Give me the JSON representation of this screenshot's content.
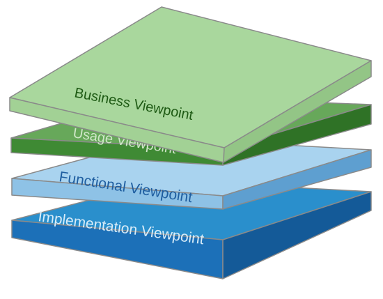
{
  "layers": [
    {
      "id": "implementation",
      "label": "Implementation Viewpoint",
      "colors": {
        "top": "#2a8fcc",
        "front": "#1c70b8",
        "right": "#145a98",
        "stroke": "#8a8a8a",
        "text": "#d8ecf8"
      }
    },
    {
      "id": "functional",
      "label": "Functional Viewpoint",
      "colors": {
        "top": "#a9d3ef",
        "front": "#8ec2e6",
        "right": "#5e9fd0",
        "stroke": "#8a8a8a",
        "text": "#1f5ea0"
      }
    },
    {
      "id": "usage",
      "label": "Usage Viewpoint",
      "colors": {
        "top": "#67a85a",
        "front": "#3f8a34",
        "right": "#2f7226",
        "stroke": "#8a8a8a",
        "text": "#cfe6c8"
      }
    },
    {
      "id": "business",
      "label": "Business Viewpoint",
      "colors": {
        "top": "#a9d79d",
        "front": "#a2d195",
        "right": "#93c586",
        "stroke": "#8a8a8a",
        "text": "#1e5a14"
      }
    }
  ]
}
